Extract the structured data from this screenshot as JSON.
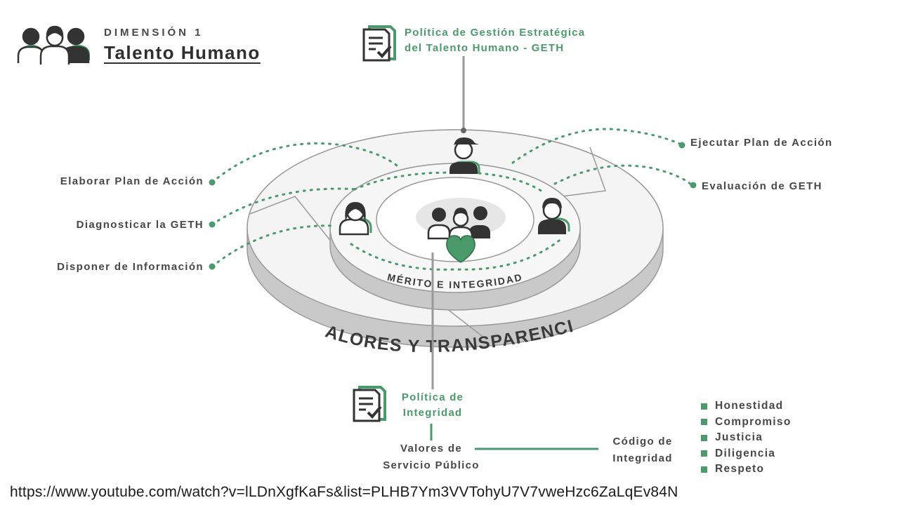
{
  "header": {
    "kicker": "DIMENSIÓN 1",
    "title": "Talento Humano",
    "icon": "people-group-icon"
  },
  "policy_top": {
    "line1": "Política de Gestión Estratégica",
    "line2": "del Talento Humano - GETH",
    "icon": "checklist-document-icon"
  },
  "left_steps": [
    "Elaborar Plan de Acción",
    "Diagnosticar la GETH",
    "Disponer de Información"
  ],
  "right_steps": [
    "Ejecutar Plan de Acción",
    "Evaluación de GETH"
  ],
  "rings": {
    "inner_band": "MÉRITO  E  INTEGRIDAD",
    "outer_band": "VALORES   Y   TRANSPARENCIA"
  },
  "policy_bottom": {
    "line1": "Política de",
    "line2": "Integridad",
    "icon": "checklist-document-icon"
  },
  "values_service": {
    "line1": "Valores de",
    "line2": "Servicio Público"
  },
  "code": {
    "line1": "Código de",
    "line2": "Integridad"
  },
  "values_list": [
    "Honestidad",
    "Compromiso",
    "Justicia",
    "Diligencia",
    "Respeto"
  ],
  "url": "https://www.youtube.com/watch?v=lLDnXgfKaFs&list=PLHB7Ym3VVTohyU7V7vweHzc6ZaLqEv84N",
  "colors": {
    "accent": "#4a9a6b",
    "text": "#474747",
    "ring_side": "#c8c8c8",
    "ring_top": "#f4f4f4"
  }
}
